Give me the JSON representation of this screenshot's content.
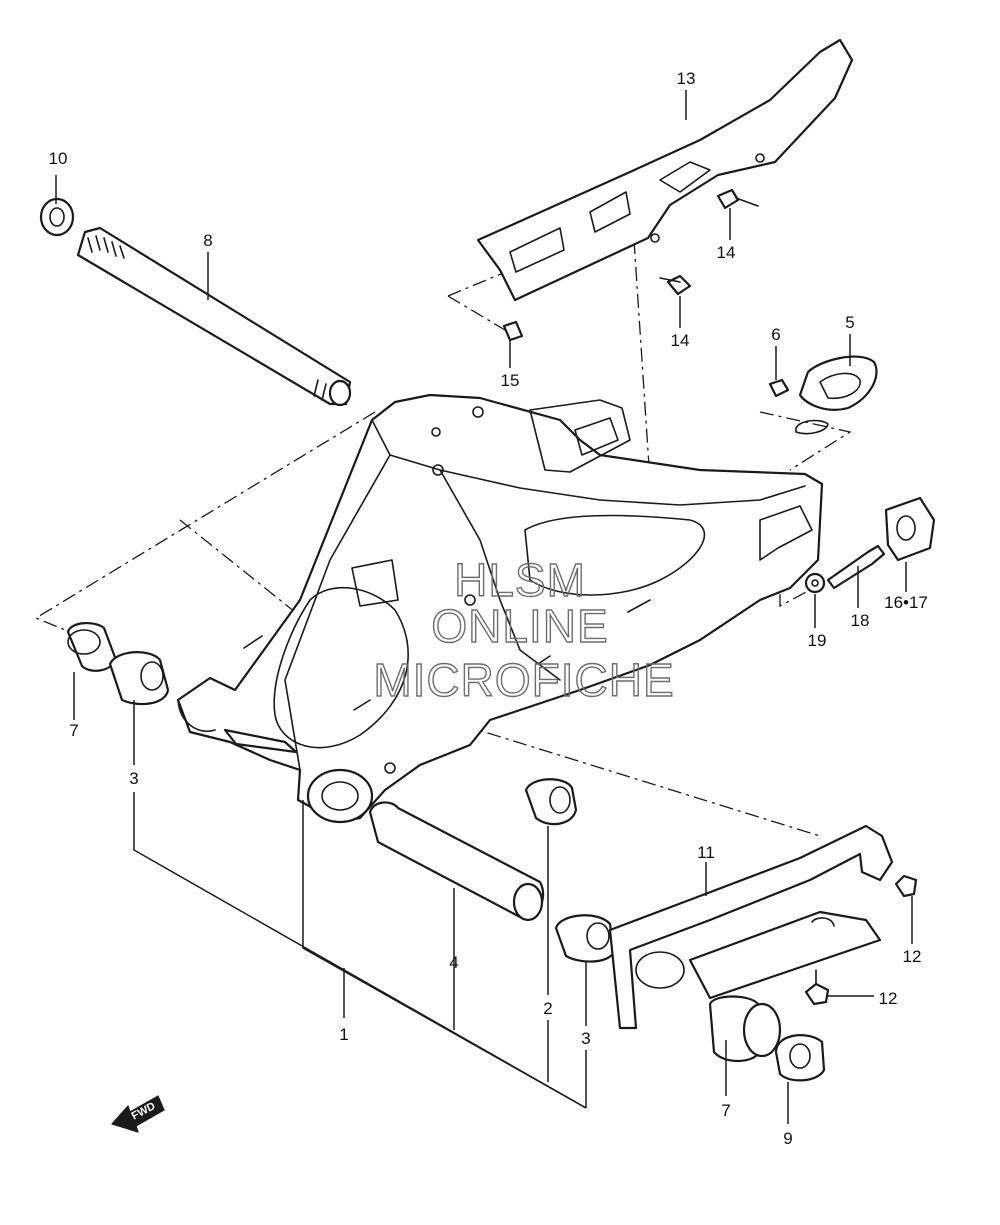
{
  "diagram": {
    "callouts": {
      "c1": "1",
      "c2": "2",
      "c3a": "3",
      "c3b": "3",
      "c4": "4",
      "c5": "5",
      "c6": "6",
      "c7a": "7",
      "c7b": "7",
      "c8": "8",
      "c9": "9",
      "c10": "10",
      "c11": "11",
      "c12a": "12",
      "c12b": "12",
      "c13": "13",
      "c14a": "14",
      "c14b": "14",
      "c15": "15",
      "c16_17": "16•17",
      "c18": "18",
      "c19": "19"
    },
    "fwd_label": "FWD",
    "watermark": {
      "line1": "HLSM",
      "line2": "ONLINE",
      "line3": "MICROFICHE"
    }
  }
}
